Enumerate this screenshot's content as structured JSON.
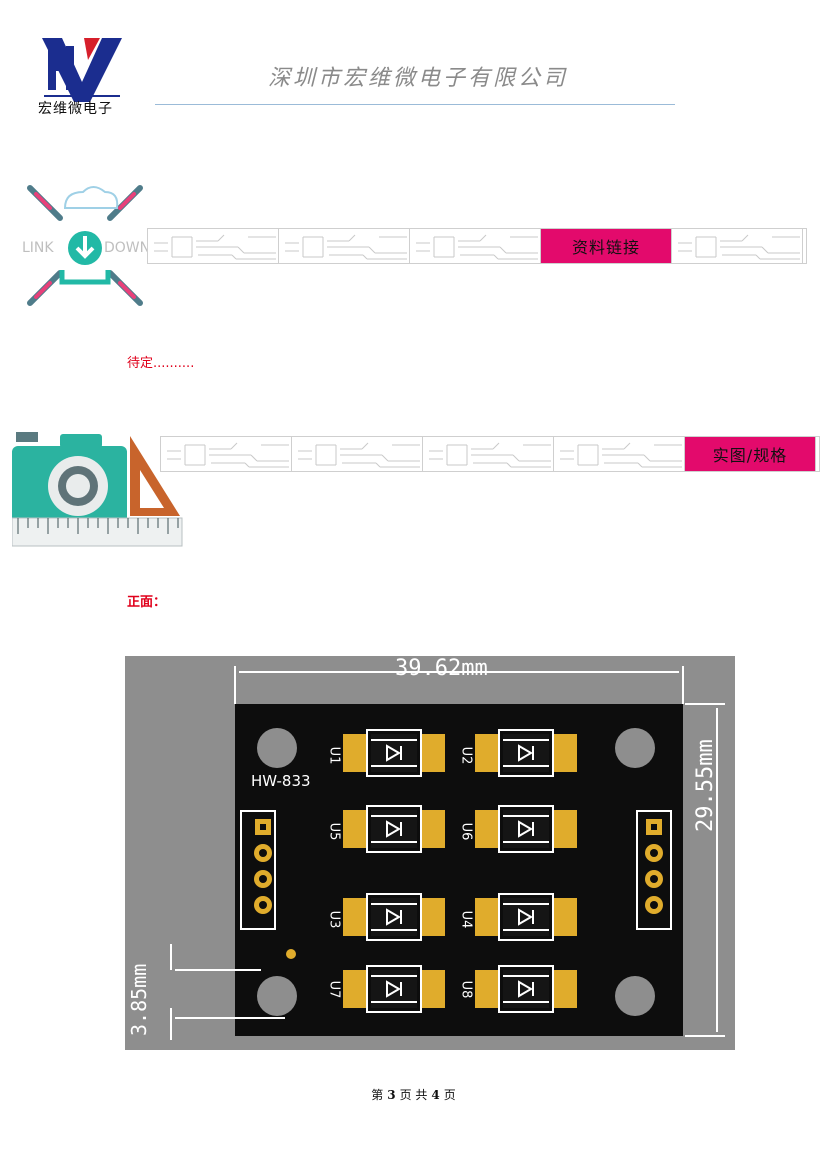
{
  "header": {
    "logo_text": "宏维微电子",
    "company_name": "深圳市宏维微电子有限公司"
  },
  "section_links": {
    "icon_words": [
      "LINK",
      "DOWN"
    ],
    "banner_label": "资料链接"
  },
  "pending_text": "待定..........",
  "section_photos": {
    "banner_label": "实图/规格"
  },
  "front_label": "正面：",
  "board": {
    "model": "HW-833",
    "width_dim": "39.62mm",
    "height_dim": "29.55mm",
    "hole_dim": "3.85mm",
    "components": [
      "U1",
      "U2",
      "U5",
      "U6",
      "U3",
      "U4",
      "U7",
      "U8"
    ]
  },
  "footer": {
    "prefix": "第",
    "page": "3",
    "middle": "页  共",
    "total": "4",
    "suffix": "页"
  },
  "colors": {
    "accent_banner": "#e30a6c",
    "note_red": "#e0001b",
    "pcb_black": "#0d0d0d",
    "pad_gold": "#e0ac2c"
  }
}
